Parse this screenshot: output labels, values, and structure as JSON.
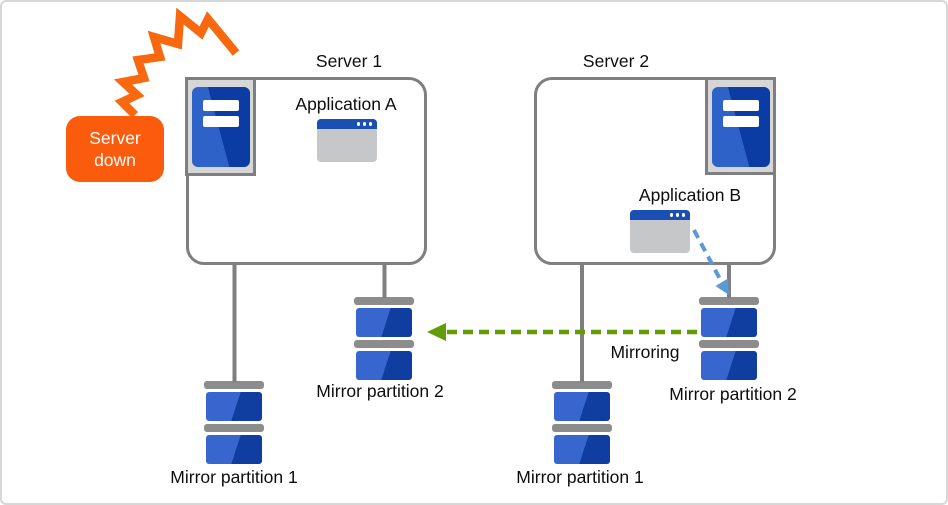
{
  "badge": {
    "text": "Server down"
  },
  "server1": {
    "title": "Server 1",
    "application": "Application A",
    "partitions": [
      "Mirror partition 1",
      "Mirror partition 2"
    ]
  },
  "server2": {
    "title": "Server 2",
    "application": "Application B",
    "partitions": [
      "Mirror partition 1",
      "Mirror partition 2"
    ]
  },
  "arrows": {
    "mirroring_label": "Mirroring",
    "mirroring_direction": "right-to-left",
    "app_write_direction": "application-b-to-mirror-partition-2"
  },
  "icons": {
    "server_tower": "blue tower with two white slots",
    "app_window": "gray window with blue titlebar and three dots",
    "disk": "stacked blue disk partitions with gray caps",
    "explosion": "orange jagged crash bolt"
  },
  "colors": {
    "badge_orange": "#fa5b0c",
    "explosion_orange": "#f8690f",
    "box_border_gray": "#7f7f7f",
    "icon_bg_gray": "#d6d6d6",
    "tower_blue_light": "#2f62c9",
    "tower_blue_dark": "#0b3ca3",
    "disk_blue_light": "#3766cf",
    "disk_blue_dark": "#0f3da0",
    "disk_cap_gray": "#8c8c8c",
    "window_titlebar_blue": "#1a4fb4",
    "window_body_gray": "#c5c7c9",
    "mirroring_arrow_green": "#619c04",
    "app_arrow_blue": "#5b9bd5"
  }
}
